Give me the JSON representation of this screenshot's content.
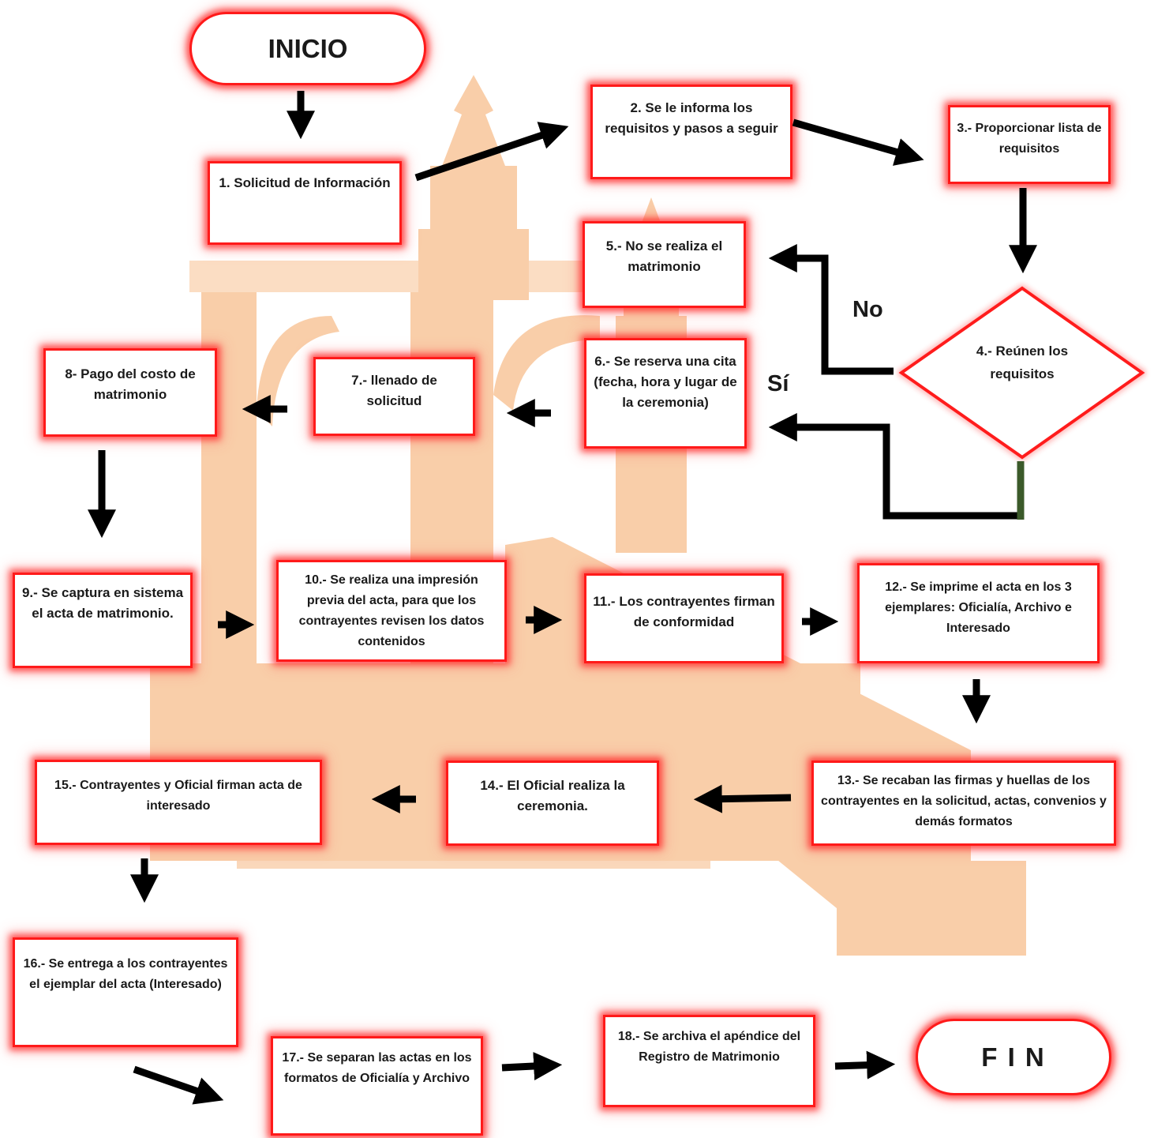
{
  "start": {
    "label": "INICIO"
  },
  "end": {
    "label": "F I N"
  },
  "steps": {
    "s1": "1. Solicitud de Información",
    "s2": "2. Se le informa los requisitos y pasos a seguir",
    "s3": "3.- Proporcionar lista de requisitos",
    "s4": "4.- Reúnen los requisitos",
    "s5": "5.- No se realiza el matrimonio",
    "s6": "6.- Se reserva una cita (fecha, hora y lugar de la ceremonia)",
    "s7": "7.-  llenado de solicitud",
    "s8": "8-  Pago del costo de matrimonio",
    "s9": "9.- Se captura en sistema el acta de matrimonio.",
    "s10": "10.-  Se realiza una impresión previa del acta, para que los contrayentes revisen los datos contenidos",
    "s11": "11.- Los contrayentes firman de conformidad",
    "s12": "12.- Se imprime el acta en los 3 ejemplares: Oficialía, Archivo e Interesado",
    "s13": "13.- Se recaban las firmas y huellas de los contrayentes en la solicitud, actas, convenios y demás formatos",
    "s14": "14.- El Oficial realiza la ceremonia.",
    "s15": "15.- Contrayentes y Oficial firman acta de interesado",
    "s16": "16.- Se entrega a los contrayentes el ejemplar del acta (Interesado)",
    "s17": "17.- Se separan las actas en los formatos de Oficialía y Archivo",
    "s18": "18.- Se archiva el apéndice del Registro de Matrimonio"
  },
  "branches": {
    "no": "No",
    "yes": "Sí"
  },
  "colors": {
    "box_border": "#ff1a1a",
    "arrow": "#000000",
    "yes_connector": "#3b5a2a",
    "watermark": "#f6bf8c"
  },
  "icons": {
    "background": "church-watermark"
  }
}
